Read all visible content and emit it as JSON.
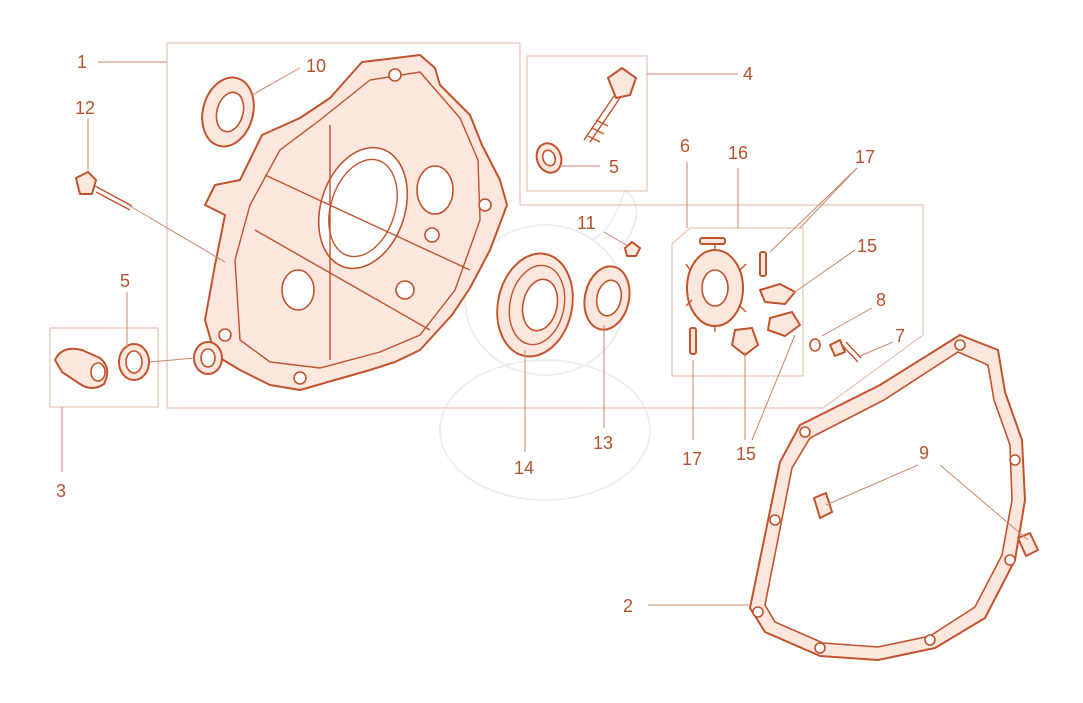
{
  "labels": {
    "p1": "1",
    "p2": "2",
    "p3": "3",
    "p4": "4",
    "p5a": "5",
    "p5b": "5",
    "p6": "6",
    "p7": "7",
    "p8": "8",
    "p9": "9",
    "p10": "10",
    "p11": "11",
    "p12": "12",
    "p13": "13",
    "p14": "14",
    "p15a": "15",
    "p15b": "15",
    "p16": "16",
    "p17a": "17",
    "p17b": "17"
  },
  "colors": {
    "line": "#c2532c",
    "label": "#b5532e",
    "box": "#e2b7a6",
    "fill": "#fbe7de"
  }
}
